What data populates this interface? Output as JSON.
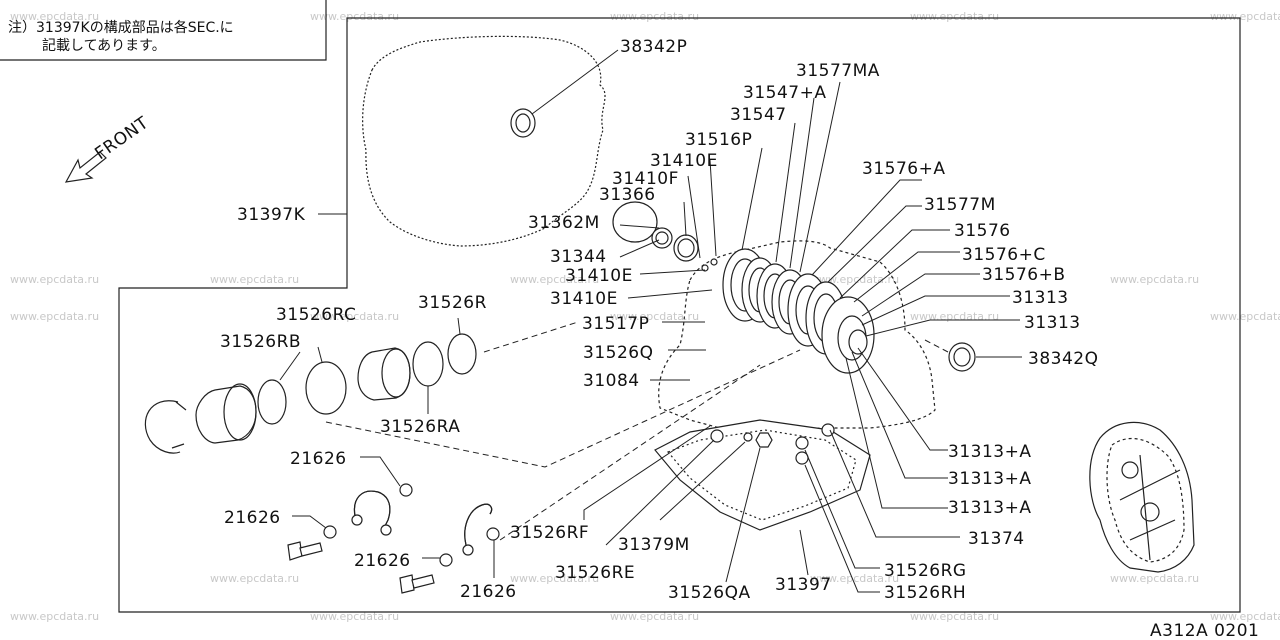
{
  "note": {
    "line1": "注）31397Kの構成部品は各SEC.に",
    "line2": "記載してあります。"
  },
  "front_label": "FRONT",
  "diagram_code": "A312A 0201",
  "watermark": "www.epcdata.ru",
  "parts": {
    "p38342P": "38342P",
    "p31577MA": "31577MA",
    "p31547A": "31547+A",
    "p31547": "31547",
    "p31516P": "31516P",
    "p31410E_top": "31410E",
    "p31410F": "31410F",
    "p31366": "31366",
    "p31362M": "31362M",
    "p31344": "31344",
    "p31410E_mid": "31410E",
    "p31410E_low": "31410E",
    "p31397K": "31397K",
    "p31576A": "31576+A",
    "p31577M": "31577M",
    "p31576": "31576",
    "p31576C": "31576+C",
    "p31576B": "31576+B",
    "p31313_a": "31313",
    "p31313_b": "31313",
    "p38342Q": "38342Q",
    "p31526RC": "31526RC",
    "p31526R": "31526R",
    "p31526RB": "31526RB",
    "p31517P": "31517P",
    "p31526Q": "31526Q",
    "p31084": "31084",
    "p31526RA": "31526RA",
    "p21626_a": "21626",
    "p21626_b": "21626",
    "p21626_c": "21626",
    "p21626_d": "21626",
    "p31526RF": "31526RF",
    "p31379M": "31379M",
    "p31526RE": "31526RE",
    "p31526QA": "31526QA",
    "p31397": "31397",
    "p31526RG": "31526RG",
    "p31526RH": "31526RH",
    "p31374": "31374",
    "p31313A_a": "31313+A",
    "p31313A_b": "31313+A",
    "p31313A_c": "31313+A"
  }
}
